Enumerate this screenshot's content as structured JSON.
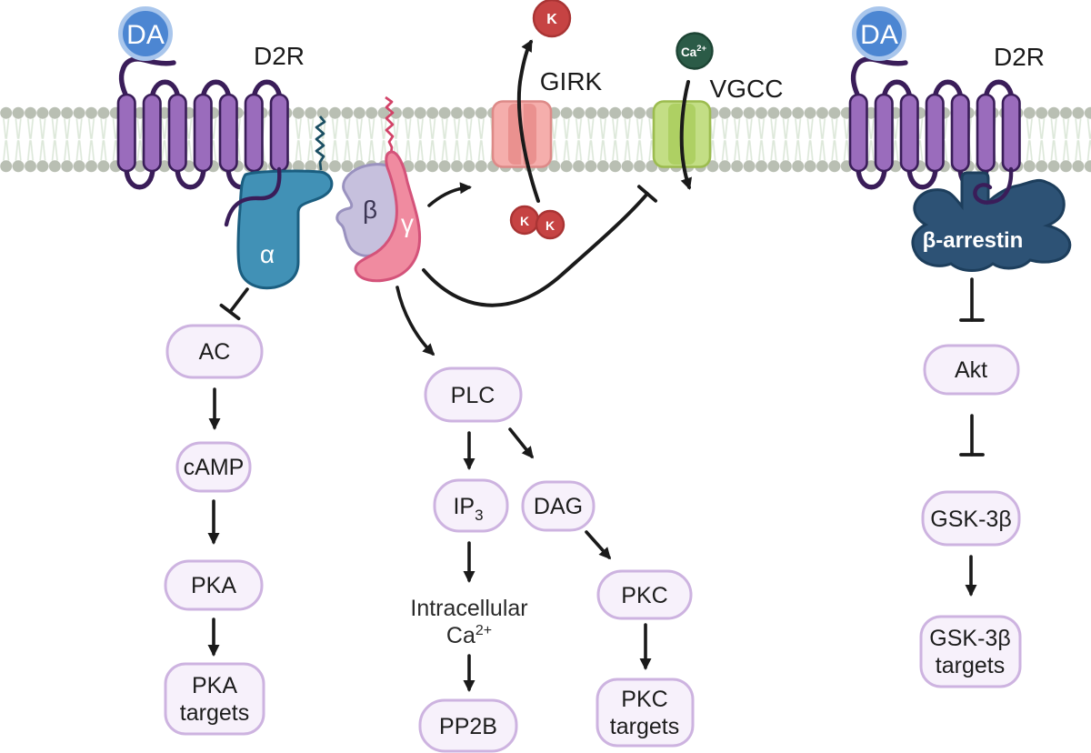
{
  "figure": {
    "ligand": "DA",
    "receptor_name": "D2R",
    "g_protein": {
      "alpha": "α",
      "beta": "β",
      "gamma": "γ"
    },
    "channels": {
      "girk_label": "GIRK",
      "vgcc_label": "VGCC"
    },
    "ions": {
      "k": "K",
      "ca_base": "Ca",
      "ca_sup": "2+"
    },
    "beta_arrestin_label": "β-arrestin",
    "nodes": {
      "ac": "AC",
      "camp": "cAMP",
      "pka": "PKA",
      "pka_targets": [
        "PKA",
        "targets"
      ],
      "plc": "PLC",
      "ip3_base": "IP",
      "ip3_sub": "3",
      "dag": "DAG",
      "intracellular": "Intracellular",
      "intracellular_ca_base": "Ca",
      "intracellular_ca_sup": "2+",
      "pp2b": "PP2B",
      "pkc": "PKC",
      "pkc_targets": [
        "PKC",
        "targets"
      ],
      "akt": "Akt",
      "gsk3b": "GSK-3β",
      "gsk3b_targets": [
        "GSK-3β",
        "targets"
      ]
    },
    "edges": [
      {
        "from": "Galpha",
        "to": "AC",
        "type": "inhibits"
      },
      {
        "from": "AC",
        "to": "cAMP",
        "type": "activates"
      },
      {
        "from": "cAMP",
        "to": "PKA",
        "type": "activates"
      },
      {
        "from": "PKA",
        "to": "PKA targets",
        "type": "activates"
      },
      {
        "from": "Gbetagamma",
        "to": "GIRK",
        "type": "activates"
      },
      {
        "from": "GIRK",
        "to": "K efflux",
        "type": "ion-flux"
      },
      {
        "from": "Gbetagamma",
        "to": "VGCC",
        "type": "inhibits"
      },
      {
        "from": "VGCC",
        "to": "Ca2+ influx",
        "type": "ion-flux"
      },
      {
        "from": "Gbetagamma",
        "to": "PLC",
        "type": "activates"
      },
      {
        "from": "PLC",
        "to": "IP3",
        "type": "activates"
      },
      {
        "from": "PLC",
        "to": "DAG",
        "type": "activates"
      },
      {
        "from": "IP3",
        "to": "Intracellular Ca2+",
        "type": "activates"
      },
      {
        "from": "Intracellular Ca2+",
        "to": "PP2B",
        "type": "activates"
      },
      {
        "from": "DAG",
        "to": "PKC",
        "type": "activates"
      },
      {
        "from": "PKC",
        "to": "PKC targets",
        "type": "activates"
      },
      {
        "from": "beta-arrestin",
        "to": "Akt",
        "type": "inhibits"
      },
      {
        "from": "Akt",
        "to": "GSK-3B",
        "type": "inhibits"
      },
      {
        "from": "GSK-3B",
        "to": "GSK-3B targets",
        "type": "activates"
      }
    ],
    "colors": {
      "helix_fill": "#9a6cbc",
      "helix_stroke": "#3a1d59",
      "membrane_head": "#b9bfb3",
      "membrane_tail": "#dde8da",
      "da_fill": "#4c86d2",
      "da_ring": "#a9c6ec",
      "alpha_fill": "#4191b6",
      "alpha_stroke": "#1b5e80",
      "alpha_anchor": "#1b4f63",
      "beta_fill": "#c6c0dd",
      "beta_stroke": "#9a92bf",
      "gamma_fill": "#f08ba0",
      "gamma_stroke": "#d4537a",
      "gamma_anchor": "#d24368",
      "girk_fill": "#f5aeac",
      "girk_inner": "#ea918f",
      "girk_stroke": "#dd8a88",
      "vgcc_fill": "#c3de85",
      "vgcc_inner": "#aed063",
      "vgcc_stroke": "#9cbc4f",
      "k_fill": "#c64343",
      "k_stroke": "#a93434",
      "ca_fill": "#2b5b47",
      "ca_stroke": "#1d4434",
      "arrestin_fill": "#2d5275",
      "arrestin_stroke": "#1d3e5c",
      "node_fill": "#f7f1fb",
      "node_stroke": "#cdb3e0",
      "arrow": "#1a1a1a"
    }
  }
}
